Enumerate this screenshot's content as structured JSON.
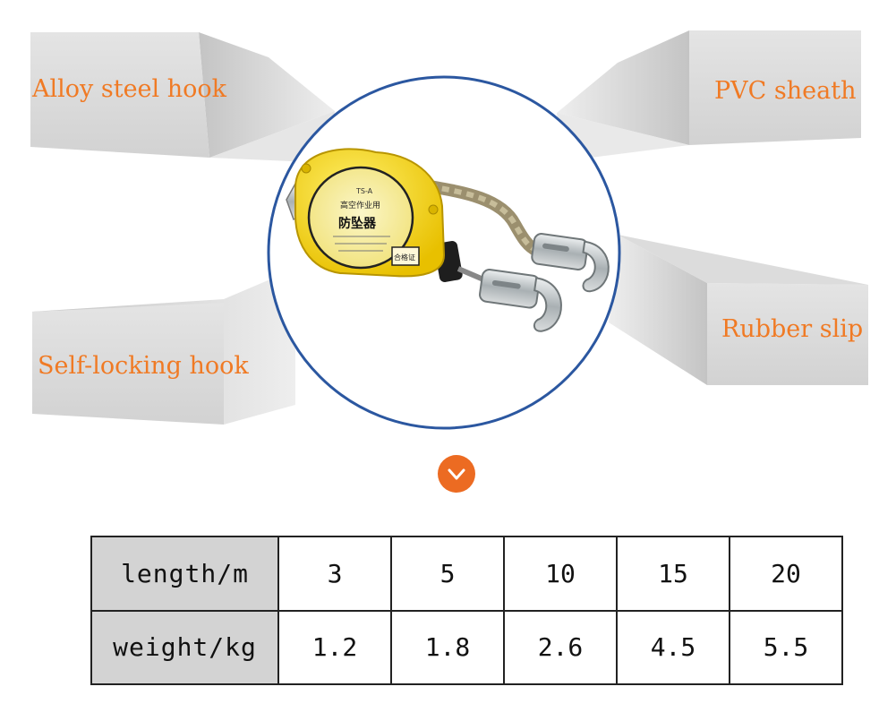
{
  "labels": {
    "alloy_steel_hook": "Alloy steel hook",
    "pvc_sheath": "PVC sheath",
    "self_locking_hook": "Self-locking hook",
    "rubber_slip": "Rubber slip"
  },
  "device": {
    "face_text_1": "TS-A",
    "face_text_2": "高空作业用",
    "face_text_3": "防坠器",
    "badge": "合格证"
  },
  "colors": {
    "label_orange": "#f07a24",
    "button_orange": "#ec6b22",
    "circle_blue": "#2b57a0",
    "device_yellow": "#f7d21c",
    "header_gray": "#d3d3d3"
  },
  "scroll_button": {
    "icon": "chevron-down-icon"
  },
  "spec_table": {
    "rows": [
      {
        "header": "length/m",
        "values": [
          "3",
          "5",
          "10",
          "15",
          "20"
        ]
      },
      {
        "header": "weight/kg",
        "values": [
          "1.2",
          "1.8",
          "2.6",
          "4.5",
          "5.5"
        ]
      }
    ]
  }
}
